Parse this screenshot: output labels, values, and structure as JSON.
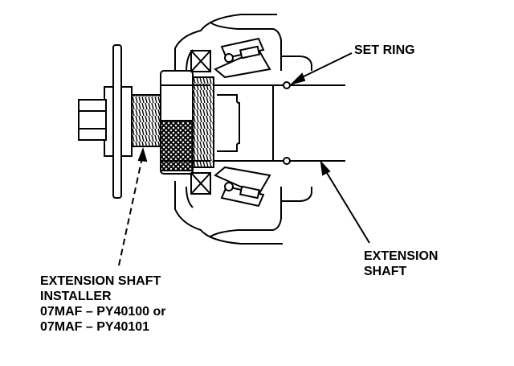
{
  "labels": {
    "set_ring": "SET RING",
    "extension_shaft": {
      "line1": "EXTENSION",
      "line2": "SHAFT"
    },
    "installer": {
      "line1": "EXTENSION SHAFT",
      "line2": "INSTALLER",
      "line3": "07MAF – PY40100 or",
      "line4": "07MAF – PY40101"
    }
  },
  "colors": {
    "ink": "#000000",
    "paper": "#ffffff"
  }
}
